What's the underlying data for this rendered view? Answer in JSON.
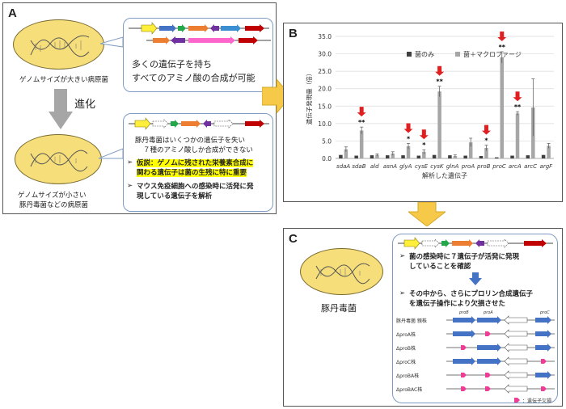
{
  "panelA": {
    "label": "A",
    "genome_large": "ゲノムサイズが大きい病原菌",
    "evolution": "進化",
    "top_line1": "多くの遺伝子を持ち",
    "top_line2": "すべてのアミノ酸の合成が可能",
    "genome_small_1": "ゲノムサイズが小さい",
    "genome_small_2": "豚丹毒菌などの病原菌",
    "lost_1": "豚丹毒菌はいくつかの遺伝子を失い",
    "lost_2": "７種のアミノ酸しか合成ができない",
    "hyp_1": "仮説：ゲノムに残された栄養素合成に",
    "hyp_2": "関わる遺伝子は菌の生残に特に重要",
    "method_1": "マウス免疫細胞への感染時に活発に発",
    "method_2": "現している遺伝子を解析"
  },
  "panelB": {
    "label": "B",
    "chart_data": {
      "type": "bar",
      "categories": [
        "sdaA",
        "sdaB",
        "ald",
        "asnA",
        "glyA",
        "cysE",
        "cysK",
        "glnA",
        "proA",
        "proB",
        "proC",
        "arcA",
        "arcC",
        "argF"
      ],
      "series": [
        {
          "name": "菌のみ",
          "color": "#404040",
          "values": [
            1.0,
            0.8,
            0.9,
            0.9,
            0.9,
            0.8,
            1.0,
            0.9,
            0.8,
            0.7,
            0.3,
            0.8,
            0.9,
            1.0
          ]
        },
        {
          "name": "菌＋マクロファージ",
          "color": "#a6a6a6",
          "values": [
            2.6,
            8.0,
            1.0,
            1.4,
            3.5,
            1.9,
            19.2,
            0.7,
            4.6,
            3.0,
            29.0,
            12.9,
            14.6,
            3.6
          ]
        }
      ],
      "errors": [
        0.7,
        1.0,
        0.3,
        0.5,
        0.8,
        0.6,
        1.5,
        0.3,
        1.2,
        0.8,
        1.6,
        0.5,
        8.2,
        0.7
      ],
      "significant": [
        "",
        "**",
        "",
        "",
        "*",
        "*",
        "**",
        "",
        "",
        "*",
        "**",
        "**",
        "",
        ""
      ],
      "highlighted": [
        "sdaB",
        "glyA",
        "cysE",
        "cysK",
        "proB",
        "proC",
        "arcA"
      ],
      "ylabel": "遺伝子発現量（倍）",
      "xlabel": "解析した遺伝子",
      "ylim": [
        0,
        35
      ],
      "yticks": [
        "0.0",
        "5.0",
        "10.0",
        "15.0",
        "20.0",
        "25.0",
        "30.0",
        "35.0"
      ],
      "grid": true,
      "legend": "top"
    }
  },
  "panelC": {
    "label": "C",
    "bacterium": "豚丹毒菌",
    "point_1a": "菌の感染時に７遺伝子が活発に発現",
    "point_1b": "していることを確認",
    "point_2a": "その中から、さらにプロリン合成遺伝子",
    "point_2b": "を遺伝子操作により欠損させた",
    "gene_proB": "proB",
    "gene_proA": "proA",
    "gene_proC": "proC",
    "strains": [
      "豚丹毒菌 親株",
      "ΔproA株",
      "ΔproB株",
      "ΔproC株",
      "ΔproBA株",
      "ΔproBAC株"
    ],
    "legend_deletion": "：遺伝子欠損"
  },
  "colors": {
    "cell": "#f6df7a",
    "callout_border": "#7f9bc4",
    "arrow_yellow": "#f7c948",
    "deletion_pink": "#ee3d96",
    "gene_blue": "#4472c4",
    "highlight": "#ffff00",
    "sig_arrow": "#e02020"
  }
}
